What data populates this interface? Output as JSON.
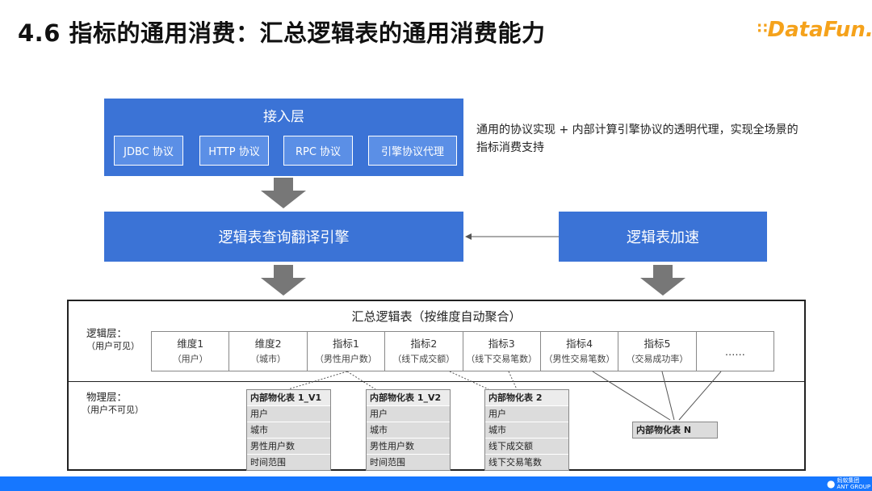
{
  "title": "4.6 指标的通用消费：汇总逻辑表的通用消费能力",
  "logo": "DataFun.",
  "access_layer": {
    "title": "接入层",
    "protocols": [
      "JDBC 协议",
      "HTTP 协议",
      "RPC 协议",
      "引擎协议代理"
    ]
  },
  "note": "通用的协议实现 + 内部计算引擎协议的透明代理，实现全场景的指标消费支持",
  "engine": "逻辑表查询翻译引擎",
  "accel": "逻辑表加速",
  "summary": {
    "title": "汇总逻辑表（按维度自动聚合）",
    "logical_layer": {
      "name": "逻辑层：",
      "note": "（用户可见）"
    },
    "physical_layer": {
      "name": "物理层：",
      "note": "（用户不可见）"
    },
    "dimensions": [
      {
        "name": "维度1",
        "sub": "（用户）"
      },
      {
        "name": "维度2",
        "sub": "（城市）"
      },
      {
        "name": "指标1",
        "sub": "（男性用户数）"
      },
      {
        "name": "指标2",
        "sub": "（线下成交额）"
      },
      {
        "name": "指标3",
        "sub": "（线下交易笔数）"
      },
      {
        "name": "指标4",
        "sub": "（男性交易笔数）"
      },
      {
        "name": "指标5",
        "sub": "（交易成功率）"
      },
      {
        "name": "……",
        "sub": ""
      }
    ],
    "tables": [
      {
        "title": "内部物化表 1_V1",
        "rows": [
          "用户",
          "城市",
          "男性用户数",
          "时间范围"
        ]
      },
      {
        "title": "内部物化表 1_V2",
        "rows": [
          "用户",
          "城市",
          "男性用户数",
          "时间范围"
        ]
      },
      {
        "title": "内部物化表 2",
        "rows": [
          "用户",
          "城市",
          "线下成交额",
          "线下交易笔数"
        ]
      }
    ],
    "table_n": "内部物化表 N"
  },
  "footer_logo": {
    "line1": "蚂蚁集团",
    "line2": "ANT GROUP"
  },
  "colors": {
    "box_blue": "#3b73d6",
    "proto_blue": "#5b8fe6",
    "arrow_gray": "#777777",
    "logo_orange": "#f5a21b",
    "footer_blue": "#1677ff",
    "table_gray": "#dcdcdc"
  }
}
